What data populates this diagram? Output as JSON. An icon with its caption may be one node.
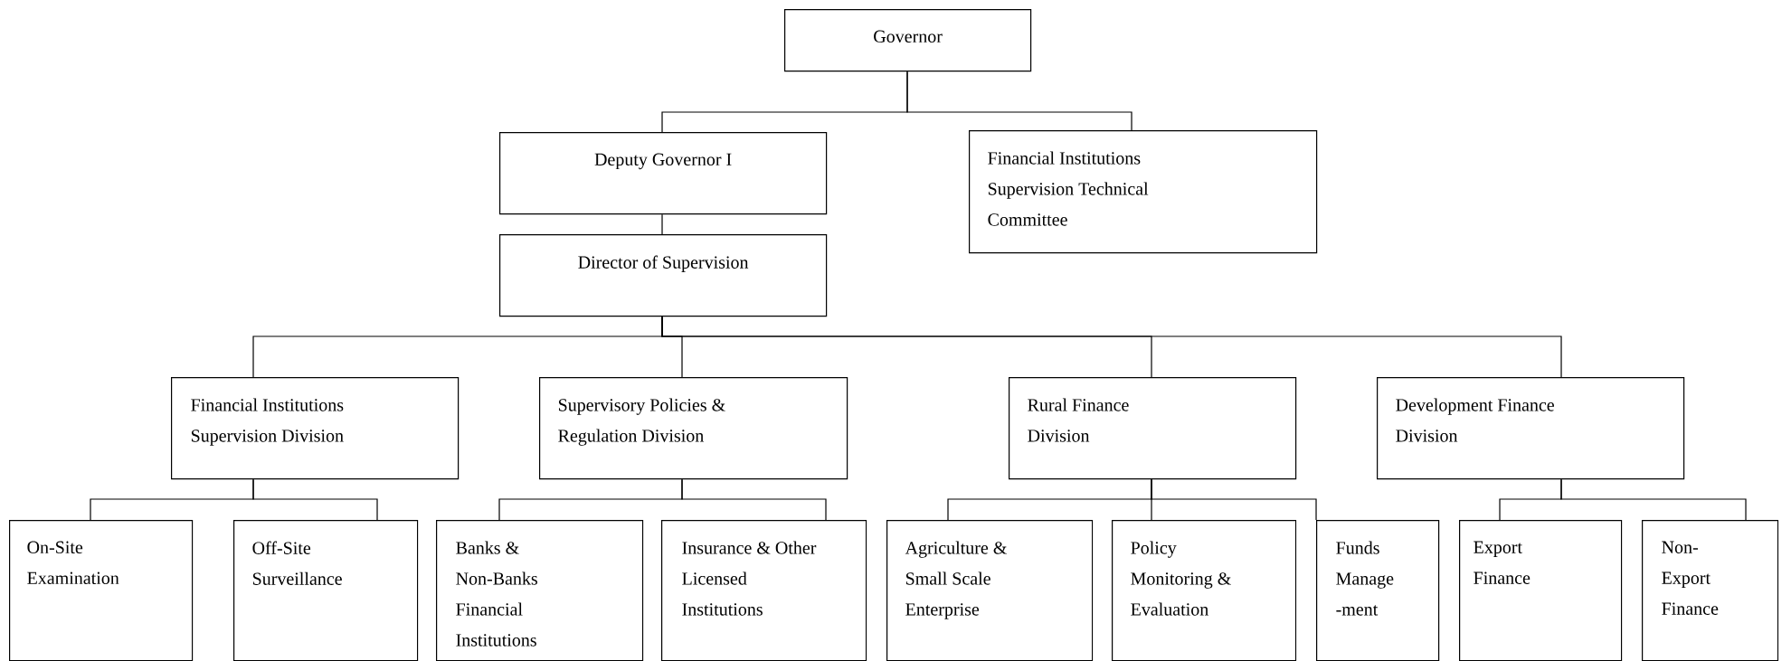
{
  "diagram": {
    "nodes": [
      {
        "text": [
          "Governor"
        ]
      },
      {
        "text": [
          "Deputy Governor I"
        ]
      },
      {
        "text": [
          "Financial Institutions Supervision Technical Committee"
        ]
      },
      {
        "text": [
          "Director of Supervision"
        ]
      },
      {
        "text": [
          "Financial Institutions Supervision Division"
        ]
      },
      {
        "text": [
          "Supervisory Policies & Regulation Division"
        ]
      },
      {
        "text": [
          "Rural Finance Division"
        ]
      },
      {
        "text": [
          "Development Finance Division"
        ]
      },
      {
        "text": [
          "On-Site Examination"
        ]
      },
      {
        "text": [
          "Off-Site Surveillance"
        ]
      },
      {
        "text": [
          "Banks & Non-Banks Financial Institutions"
        ]
      },
      {
        "text": [
          "Insurance & Other Licensed Institutions"
        ]
      },
      {
        "text": [
          "Agriculture & Small Scale Enterprise"
        ]
      },
      {
        "text": [
          "Policy Monitoring & Evaluation"
        ]
      },
      {
        "text": [
          "Funds Manage -ment"
        ]
      },
      {
        "text": [
          "Export Finance"
        ]
      },
      {
        "text": [
          "Non-Export Finance"
        ]
      }
    ],
    "edges": [
      {
        "from": 0,
        "to": 1,
        "arrow": "none"
      },
      {
        "from": 0,
        "to": 2,
        "arrow": "none"
      },
      {
        "from": 1,
        "to": 3,
        "arrow": "none"
      },
      {
        "from": 3,
        "to": 4,
        "arrow": "none"
      },
      {
        "from": 3,
        "to": 5,
        "arrow": "none"
      },
      {
        "from": 3,
        "to": 6,
        "arrow": "none"
      },
      {
        "from": 3,
        "to": 7,
        "arrow": "none"
      },
      {
        "from": 4,
        "to": 8,
        "arrow": "none"
      },
      {
        "from": 4,
        "to": 9,
        "arrow": "none"
      },
      {
        "from": 5,
        "to": 10,
        "arrow": "none"
      },
      {
        "from": 5,
        "to": 11,
        "arrow": "none"
      },
      {
        "from": 6,
        "to": 12,
        "arrow": "none"
      },
      {
        "from": 6,
        "to": 13,
        "arrow": "none"
      },
      {
        "from": 6,
        "to": 14,
        "arrow": "none"
      },
      {
        "from": 7,
        "to": 15,
        "arrow": "none"
      },
      {
        "from": 7,
        "to": 16,
        "arrow": "none"
      }
    ]
  }
}
